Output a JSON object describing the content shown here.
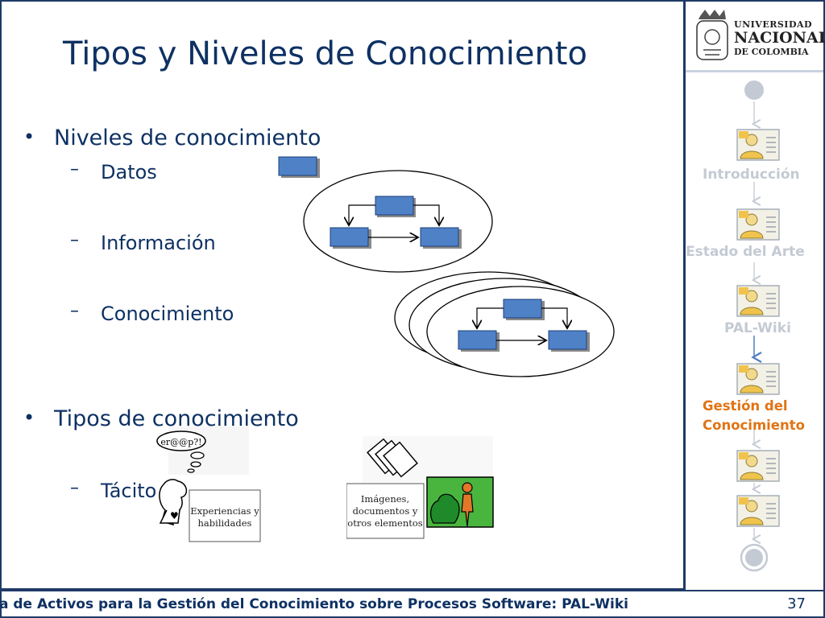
{
  "slide": {
    "title": "Tipos y Niveles de Conocimiento",
    "bullets": [
      {
        "text": "Niveles de conocimiento",
        "subitems": [
          "Datos",
          "Información",
          "Conocimiento"
        ]
      },
      {
        "text": "Tipos de conocimiento",
        "subitems": [
          "Tácito"
        ]
      }
    ],
    "illustrations": {
      "tacit_caption_line1": "Experiencias y",
      "tacit_caption_line2": "habilidades",
      "explicit_caption_line1": "Imágenes,",
      "explicit_caption_line2": "documentos y",
      "explicit_caption_line3": "otros elementos"
    }
  },
  "sidebar": {
    "logo": {
      "line1": "UNIVERSIDAD",
      "line2": "NACIONAL",
      "line3": "DE COLOMBIA"
    },
    "nav": [
      {
        "label": "Introducción",
        "active": false
      },
      {
        "label": "Estado del Arte",
        "active": false
      },
      {
        "label": "PAL-Wiki",
        "active": false
      },
      {
        "label_line1": "Gestión del",
        "label_line2": "Conocimiento",
        "active": true
      }
    ]
  },
  "footer": {
    "text": "a de Activos para la Gestión del Conocimiento sobre Procesos Software: PAL-Wiki",
    "page": "37"
  },
  "colors": {
    "title": "#0e3163",
    "box_fill": "#4f81c7",
    "active_nav": "#e07414",
    "inactive_nav": "#c4cad3"
  }
}
